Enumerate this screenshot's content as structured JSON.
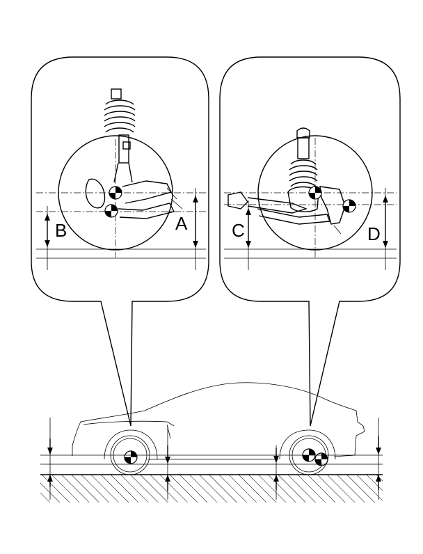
{
  "labels": {
    "a": "A",
    "b": "B",
    "c": "C",
    "d": "D"
  },
  "colors": {
    "line": "#000000",
    "background": "#ffffff"
  },
  "icons": {
    "front_suspension": "front-strut-suspension-icon",
    "rear_suspension": "rear-strut-suspension-icon",
    "car": "car-side-profile-icon",
    "ground": "hatched-ground-icon",
    "center_marker": "checkered-center-marker-icon"
  }
}
